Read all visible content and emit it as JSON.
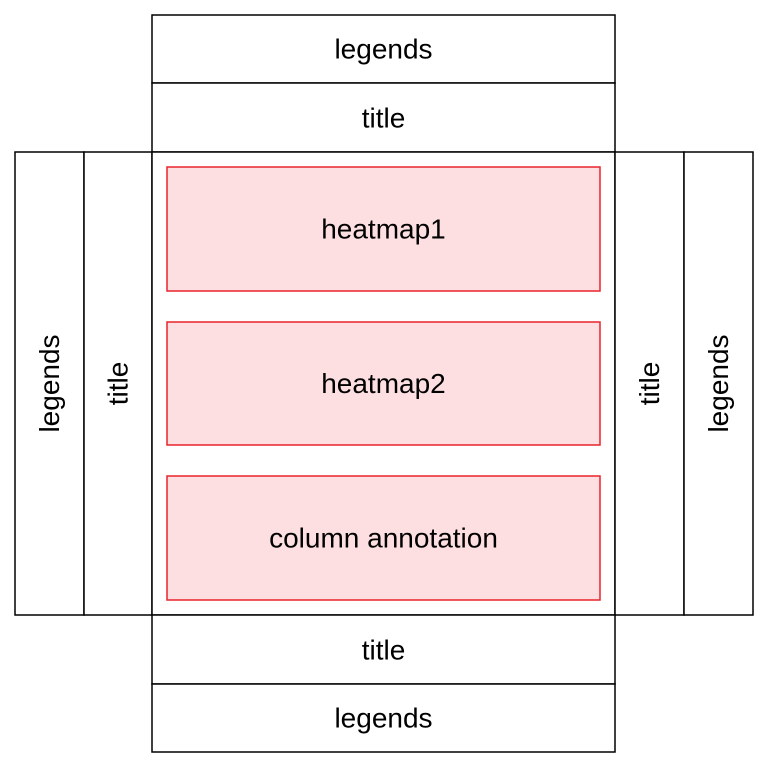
{
  "colors": {
    "border": "#000000",
    "background": "#ffffff",
    "heatmap_border": "#e8232a",
    "heatmap_fill": "#fddfe1"
  },
  "top": {
    "legends": "legends",
    "title": "title"
  },
  "left": {
    "legends": "legends",
    "title": "title"
  },
  "right": {
    "title": "title",
    "legends": "legends"
  },
  "bottom": {
    "title": "title",
    "legends": "legends"
  },
  "heatmaps": [
    {
      "label": "heatmap1"
    },
    {
      "label": "heatmap2"
    },
    {
      "label": "column annotation"
    }
  ]
}
